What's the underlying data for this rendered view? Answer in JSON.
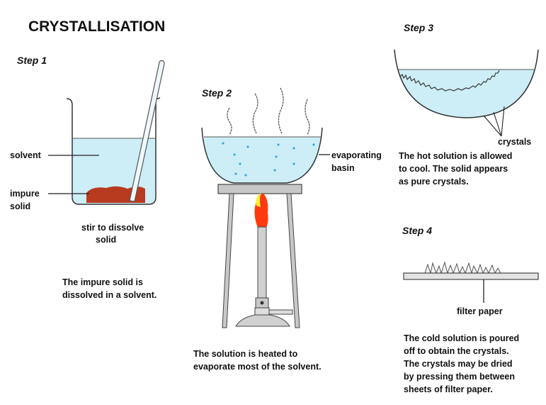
{
  "title": "CRYSTALLISATION",
  "step1": {
    "heading": "Step 1",
    "label_solvent": "solvent",
    "label_impure": "impure",
    "label_solid": "solid",
    "stir_line1": "stir to dissolve",
    "stir_line2": "solid",
    "caption_line1": "The impure solid is",
    "caption_line2": "dissolved in a solvent."
  },
  "step2": {
    "heading": "Step  2",
    "label_line1": "evaporating",
    "label_line2": "basin",
    "caption_line1": "The solution is heated to",
    "caption_line2": "evaporate most of the solvent."
  },
  "step3": {
    "heading": "Step 3",
    "label_crystals": "crystals",
    "caption_line1": "The hot solution is allowed",
    "caption_line2": "to cool. The solid appears",
    "caption_line3": "as pure crystals."
  },
  "step4": {
    "heading": "Step 4",
    "label_filter": "filter paper",
    "caption_line1": "The cold solution is poured",
    "caption_line2": "off to obtain the crystals.",
    "caption_line3": "The crystals may be dried",
    "caption_line4": "by pressing them between",
    "caption_line5": "sheets of filter paper."
  },
  "colors": {
    "liquid": "#cdeef7",
    "solid": "#b83a1f",
    "flame": "#ff3a10",
    "flame_tip": "#ffee33",
    "metal": "#c8c8c8"
  }
}
